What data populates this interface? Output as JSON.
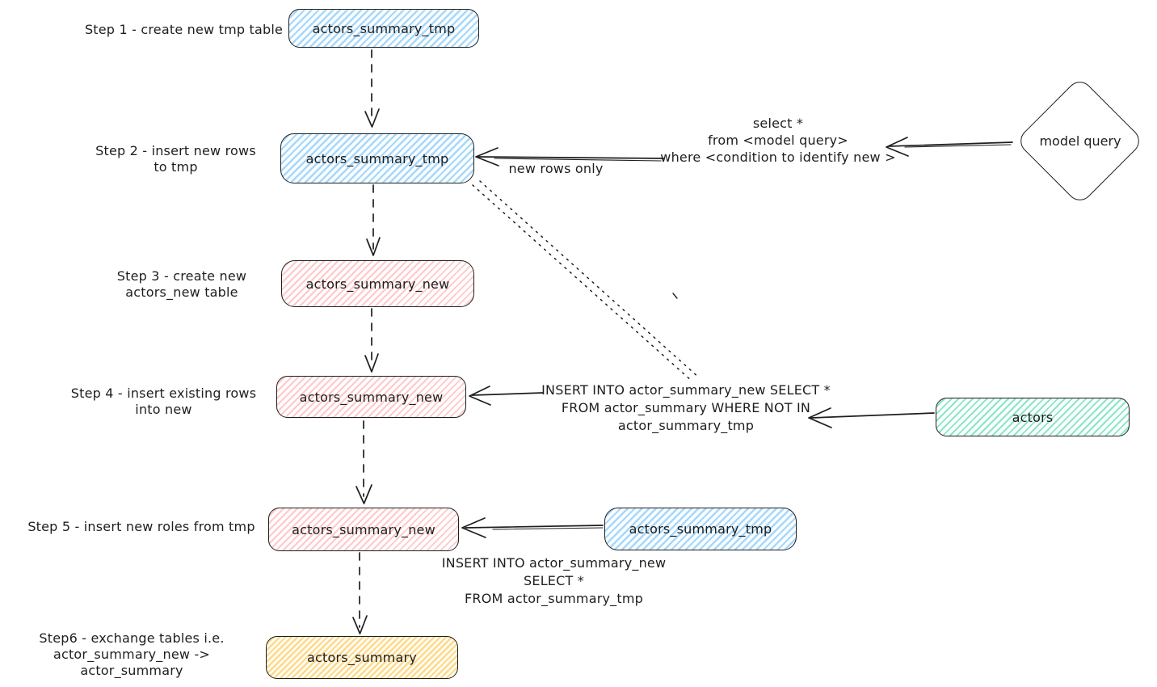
{
  "colors": {
    "blue_fill": "#a5d8ff",
    "pink_fill": "#ffc9c9",
    "green_fill": "#96f2d7",
    "yellow_fill": "#ffd98a",
    "stroke": "#1e1e1e"
  },
  "steps": [
    {
      "label": "Step 1 - create new tmp table",
      "node": "actors_summary_tmp",
      "node_color": "blue"
    },
    {
      "label": "Step 2 - insert new rows\nto tmp",
      "node": "actors_summary_tmp",
      "node_color": "blue"
    },
    {
      "label": "Step 3 - create new\nactors_new table",
      "node": "actors_summary_new",
      "node_color": "pink"
    },
    {
      "label": "Step 4 - insert existing rows\ninto new",
      "node": "actors_summary_new",
      "node_color": "pink"
    },
    {
      "label": "Step 5 - insert new roles from tmp",
      "node": "actors_summary_new",
      "node_color": "pink"
    },
    {
      "label": "Step6 - exchange tables i.e.\nactor_summary_new -> actor_summary",
      "node": "actors_summary",
      "node_color": "yellow"
    }
  ],
  "sources": {
    "model_query": {
      "label": "model query",
      "shape": "diamond"
    },
    "actors": {
      "label": "actors",
      "node_color": "green"
    },
    "tmp_step5": {
      "label": "actors_summary_tmp",
      "node_color": "blue"
    }
  },
  "annotations": {
    "select_query": "select *\nfrom <model query>\nwhere <condition to identify new >",
    "new_rows_only": "new rows only",
    "insert_existing": "INSERT INTO actor_summary_new SELECT *\nFROM actor_summary WHERE NOT IN\nactor_summary_tmp",
    "insert_from_tmp": "INSERT INTO actor_summary_new\nSELECT *\nFROM actor_summary_tmp"
  }
}
